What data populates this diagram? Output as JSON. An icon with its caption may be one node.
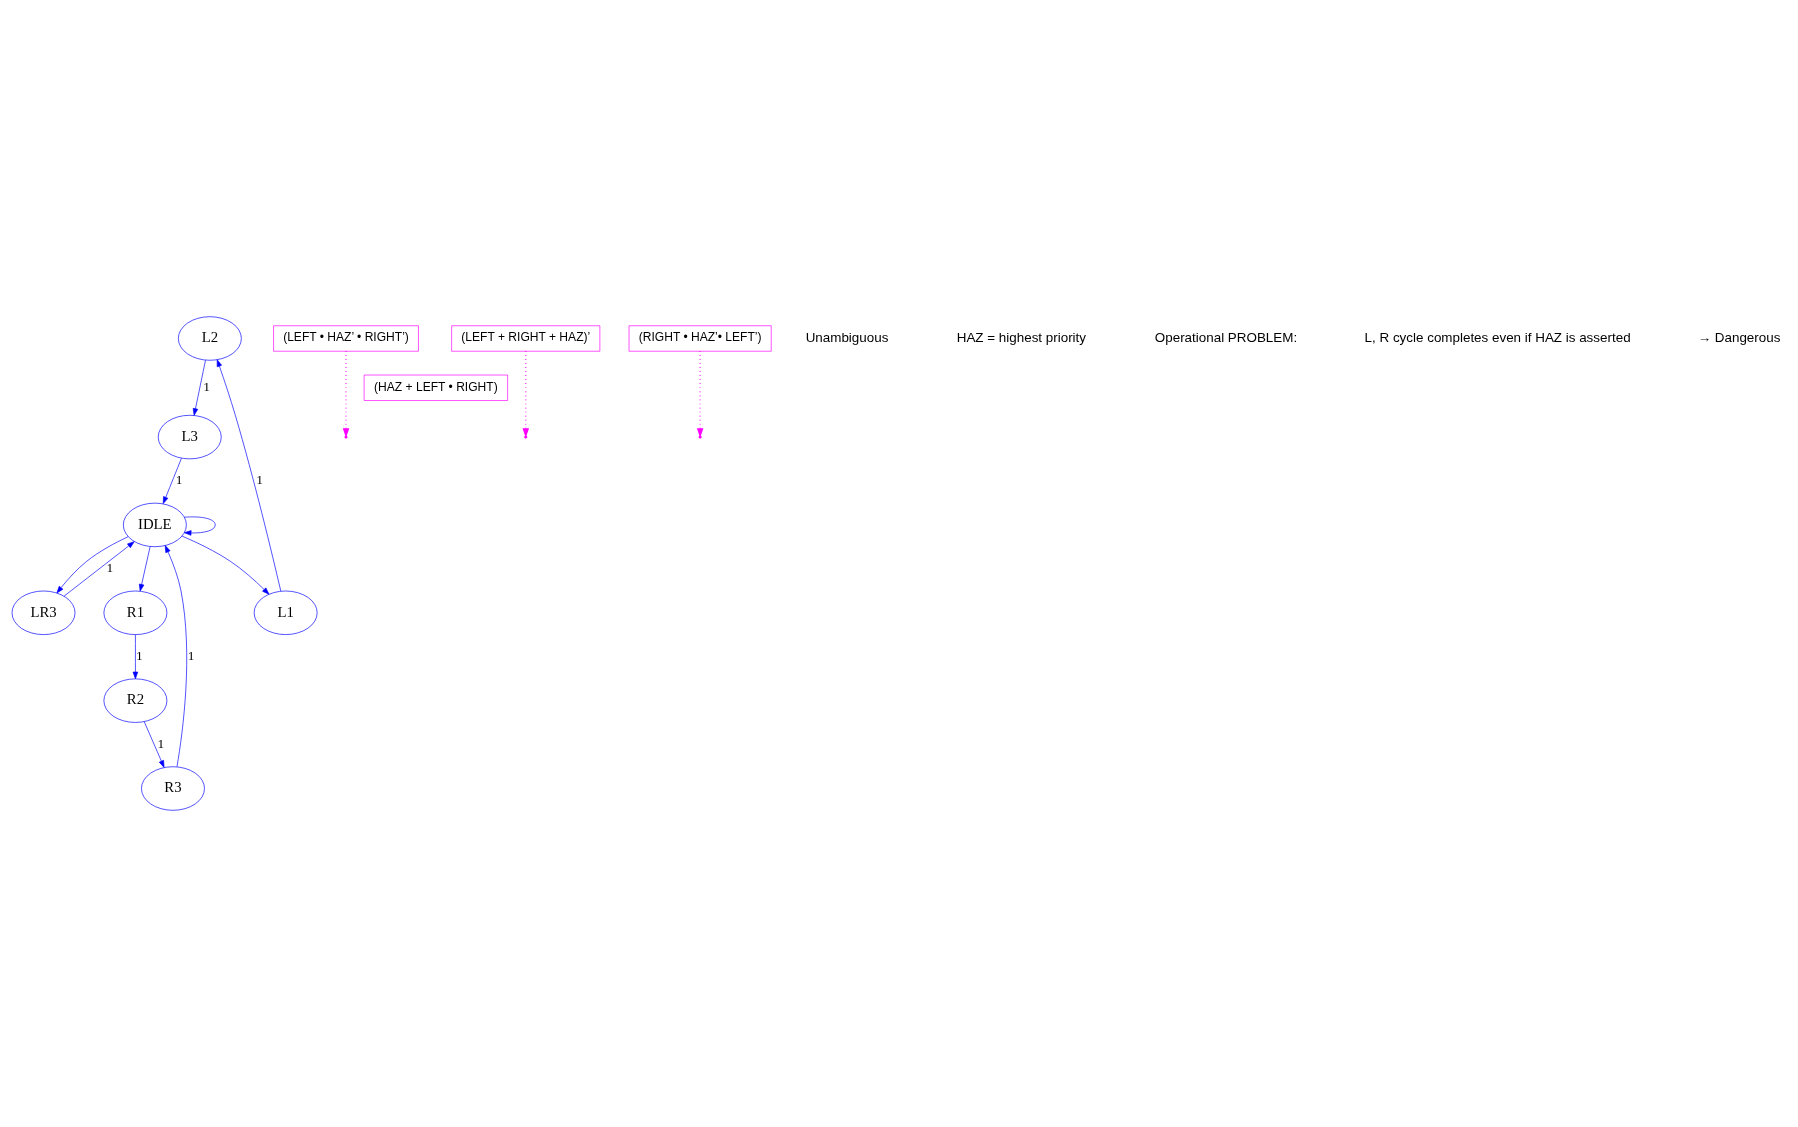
{
  "diagram": {
    "nodes": [
      {
        "text": [
          "L2"
        ]
      },
      {
        "text": [
          "(LEFT • HAZ’ • RIGHT’)"
        ]
      },
      {
        "text": [
          "L3"
        ]
      },
      {
        "text": [
          "L1"
        ]
      },
      {
        "text": [
          "IDLE"
        ]
      },
      {
        "text": [
          "LR3"
        ]
      },
      {
        "text": [
          "(HAZ + LEFT • RIGHT)"
        ]
      },
      {
        "text": [
          "R3"
        ]
      },
      {
        "text": [
          "R1"
        ]
      },
      {
        "text": [
          "(LEFT + RIGHT + HAZ)’"
        ]
      },
      {
        "text": [
          "R2"
        ]
      },
      {
        "text": [
          "(RIGHT • HAZ’• LEFT’)"
        ]
      }
    ],
    "edges": [
      {
        "from": 0,
        "to": 2,
        "arrow": "to",
        "label": "1"
      },
      {
        "from": 3,
        "to": 0,
        "arrow": "to",
        "label": "1"
      },
      {
        "from": 2,
        "to": 4,
        "arrow": "to",
        "label": "1"
      },
      {
        "from": 4,
        "to": 3,
        "arrow": "to"
      },
      {
        "from": 4,
        "to": 4,
        "arrow": "to"
      },
      {
        "from": 5,
        "to": 4,
        "arrow": "to",
        "label": "1"
      },
      {
        "from": 4,
        "to": 5,
        "arrow": "to"
      },
      {
        "from": 4,
        "to": 8,
        "arrow": "to"
      },
      {
        "from": 8,
        "to": 10,
        "arrow": "to",
        "label": "1"
      },
      {
        "from": 10,
        "to": 7,
        "arrow": "to",
        "label": "1"
      },
      {
        "from": 7,
        "to": 4,
        "arrow": "to",
        "label": "1"
      },
      {
        "from": 1,
        "to": null,
        "arrow": "to",
        "style": "dashed",
        "color": "#ff00ff"
      },
      {
        "from": 9,
        "to": null,
        "arrow": "to",
        "style": "dashed",
        "color": "#ff00ff"
      },
      {
        "from": 11,
        "to": null,
        "arrow": "to",
        "style": "dashed",
        "color": "#ff00ff"
      }
    ],
    "labels": [
      "Unambiguous",
      "HAZ = highest priority",
      "Operational PROBLEM:",
      "L, R cycle completes even if HAZ is asserted",
      "→ Dangerous"
    ]
  }
}
